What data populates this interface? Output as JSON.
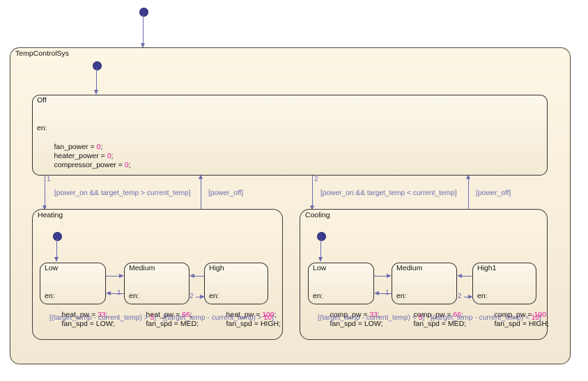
{
  "diagram": {
    "type": "stateflow-chart",
    "chart_name": "TempControlSys",
    "colors": {
      "canvas": "#ffffff",
      "chart_fill": "#f7eedb",
      "state_fill": "#f7efdd",
      "state_border": "#2f2f2f",
      "transition": "#6b6bb0",
      "number_literal": "#e0189a",
      "text": "#111111"
    }
  },
  "states": {
    "off": {
      "name": "Off",
      "entry_label": "en:",
      "actions": [
        {
          "lhs": "fan_power = ",
          "value": "0",
          "tail": ";"
        },
        {
          "lhs": "heater_power = ",
          "value": "0",
          "tail": ";"
        },
        {
          "lhs": "compressor_power = ",
          "value": "0",
          "tail": ";"
        }
      ]
    },
    "heating": {
      "name": "Heating",
      "substates": [
        {
          "name": "Low",
          "entry_label": "en:",
          "actions": [
            {
              "lhs": "heat_pw = ",
              "value": "33",
              "tail": ";"
            },
            {
              "lhs": "fan_spd = LOW;",
              "value": "",
              "tail": ""
            }
          ]
        },
        {
          "name": "Medium",
          "entry_label": "en:",
          "actions": [
            {
              "lhs": "heat_pw = ",
              "value": "66",
              "tail": ";"
            },
            {
              "lhs": "fan_spd = MED;",
              "value": "",
              "tail": ""
            }
          ]
        },
        {
          "name": "High",
          "entry_label": "en:",
          "actions": [
            {
              "lhs": "heat_pw = ",
              "value": "100",
              "tail": ";"
            },
            {
              "lhs": "fan_spd = HIGH;",
              "value": "",
              "tail": ""
            }
          ]
        }
      ],
      "guards": [
        {
          "pre": "[(target_temp - current_temp) > ",
          "num": "5",
          "post": "]"
        },
        {
          "pre": "[(target_temp - current_temp) > ",
          "num": "10",
          "post": "]"
        }
      ],
      "inner_orders": {
        "medium_to_low": "1",
        "medium_to_high": "2"
      }
    },
    "cooling": {
      "name": "Cooling",
      "substates": [
        {
          "name": "Low",
          "entry_label": "en:",
          "actions": [
            {
              "lhs": "comp_pw = ",
              "value": "33",
              "tail": ";"
            },
            {
              "lhs": "fan_spd = LOW;",
              "value": "",
              "tail": ""
            }
          ]
        },
        {
          "name": "Medium",
          "entry_label": "en:",
          "actions": [
            {
              "lhs": "comp_pw = ",
              "value": "66",
              "tail": ";"
            },
            {
              "lhs": "fan_spd = MED;",
              "value": "",
              "tail": ""
            }
          ]
        },
        {
          "name": "High1",
          "entry_label": "en:",
          "actions": [
            {
              "lhs": "comp_pw = ",
              "value": "100",
              "tail": ";"
            },
            {
              "lhs": "fan_spd = HIGH;",
              "value": "",
              "tail": ""
            }
          ]
        }
      ],
      "guards": [
        {
          "pre": "[(target_temp - current_temp) < ",
          "num": "5",
          "post": "]"
        },
        {
          "pre": "[(target_temp - current_temp) < ",
          "num": "10",
          "post": "]"
        }
      ],
      "inner_orders": {
        "medium_to_low": "1",
        "medium_to_high": "2"
      }
    }
  },
  "transitions": {
    "off_to_heating": {
      "guard": "[power_on && target_temp > current_temp]",
      "order": "1"
    },
    "heating_to_off": {
      "guard": "[power_off]",
      "order": ""
    },
    "off_to_cooling": {
      "guard": "[power_on && target_temp < current_temp]",
      "order": "2"
    },
    "cooling_to_off": {
      "guard": "[power_off]",
      "order": ""
    }
  }
}
